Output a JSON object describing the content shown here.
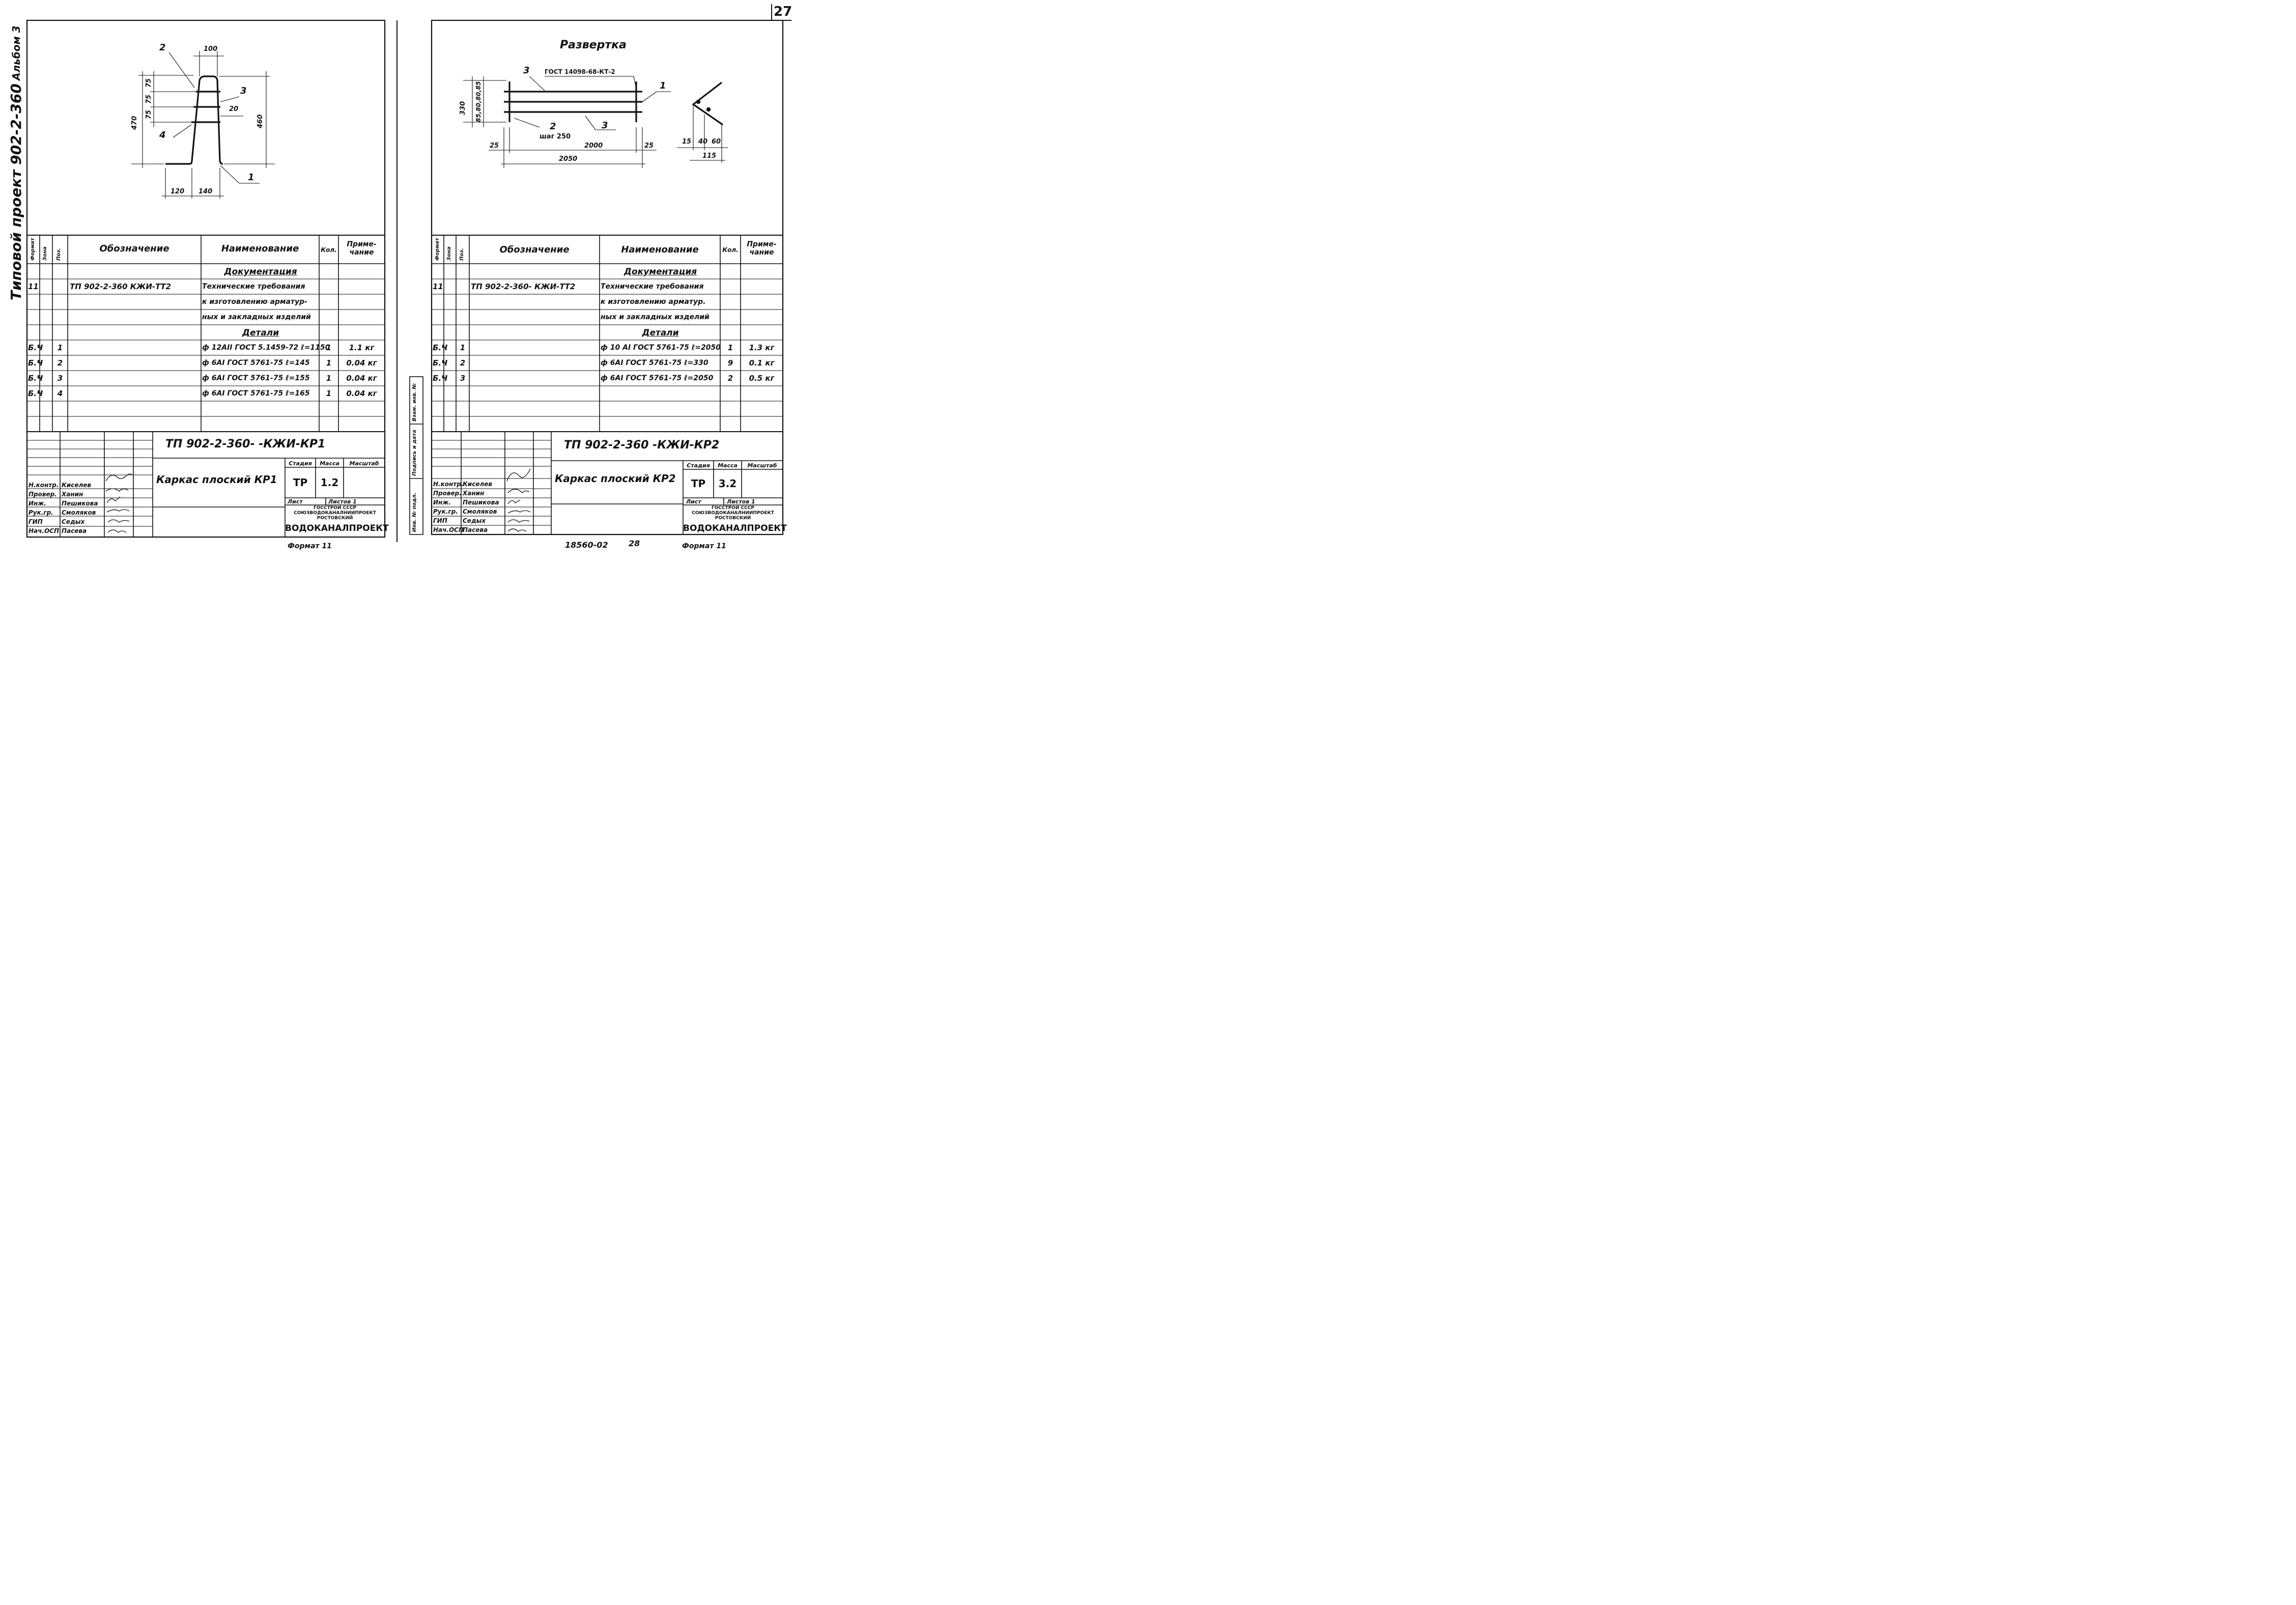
{
  "page_number": "27",
  "margin_notes": {
    "album": "Альбом 3",
    "project": "Типовой проект 902-2-360",
    "bottom_number": "18560-02",
    "bottom_sheet": "28"
  },
  "side_stamp": [
    "Взам. инв. №",
    "Подпись и дата",
    "Инв. № подл."
  ],
  "left_sheet": {
    "drawing": {
      "positions": [
        "2",
        "3",
        "4",
        "1"
      ],
      "dims": [
        "100",
        "75",
        "75",
        "75",
        "470",
        "460",
        "20",
        "120",
        "140"
      ]
    },
    "table_header": {
      "format": "Формат",
      "zone": "Зона",
      "pos": "Поз.",
      "designation": "Обозначение",
      "name": "Наименование",
      "qty": "Кол.",
      "note": "Приме-\nчание"
    },
    "rows": [
      {
        "format": "",
        "zone": "",
        "pos": "",
        "designation": "",
        "name": "Документация",
        "qty": "",
        "note": "",
        "section": true
      },
      {
        "format": "11",
        "zone": "",
        "pos": "",
        "designation": "ТП 902-2-360    КЖИ-ТТ2",
        "name": "Технические требования",
        "qty": "",
        "note": ""
      },
      {
        "format": "",
        "zone": "",
        "pos": "",
        "designation": "",
        "name": "к изготовлению арматур-",
        "qty": "",
        "note": ""
      },
      {
        "format": "",
        "zone": "",
        "pos": "",
        "designation": "",
        "name": "ных и закладных изделий",
        "qty": "",
        "note": ""
      },
      {
        "format": "",
        "zone": "",
        "pos": "",
        "designation": "",
        "name": "Детали",
        "qty": "",
        "note": "",
        "section": true
      },
      {
        "format": "Б.Ч",
        "zone": "",
        "pos": "1",
        "designation": "",
        "name": "ф 12АII ГОСТ 5.1459-72 ℓ=1150",
        "qty": "1",
        "note": "1.1 кг"
      },
      {
        "format": "Б.Ч",
        "zone": "",
        "pos": "2",
        "designation": "",
        "name": "ф 6AI ГОСТ 5761-75 ℓ=145",
        "qty": "1",
        "note": "0.04 кг"
      },
      {
        "format": "Б.Ч",
        "zone": "",
        "pos": "3",
        "designation": "",
        "name": "ф 6AI ГОСТ 5761-75 ℓ=155",
        "qty": "1",
        "note": "0.04 кг"
      },
      {
        "format": "Б.Ч",
        "zone": "",
        "pos": "4",
        "designation": "",
        "name": "ф 6AI ГОСТ 5761-75 ℓ=165",
        "qty": "1",
        "note": "0.04 кг"
      }
    ],
    "title_block": {
      "code": "ТП 902-2-360-    -КЖИ-КР1",
      "title": "Каркас плоский КР1",
      "stage_label": "Стадия",
      "mass_label": "Масса",
      "scale_label": "Масштаб",
      "stage": "ТР",
      "mass": "1.2",
      "scale": "",
      "sheet_label": "Лист",
      "sheets_label": "Листов 1",
      "org_lines": [
        "ГОССТРОЙ СССР",
        "СОЮЗВОДОКАНАЛНИИПРОЕКТ",
        "РОСТОВСКИЙ"
      ],
      "org_main": "ВОДОКАНАЛПРОЕКТ",
      "staff": [
        {
          "role": "Н.контр.",
          "name": "Киселев"
        },
        {
          "role": "Провер.",
          "name": "Ханин"
        },
        {
          "role": "Инж.",
          "name": "Пешикова"
        },
        {
          "role": "Рук.гр.",
          "name": "Смоляков"
        },
        {
          "role": "ГИП",
          "name": "Седых"
        },
        {
          "role": "Нач.ОСП",
          "name": "Пасева"
        }
      ]
    },
    "format_label": "Формат 11"
  },
  "right_sheet": {
    "drawing": {
      "heading": "Развертка",
      "gost_label": "ГОСТ 14098-68-КТ-2",
      "step_label": "шаг 250",
      "positions": [
        "3",
        "1",
        "2",
        "3"
      ],
      "dims": [
        "330",
        "85,80,80,85",
        "25",
        "2000",
        "25",
        "2050",
        "15",
        "40",
        "60",
        "115"
      ]
    },
    "table_header": {
      "format": "Формат",
      "zone": "Зона",
      "pos": "Поз.",
      "designation": "Обозначение",
      "name": "Наименование",
      "qty": "Кол.",
      "note": "Приме-\nчание"
    },
    "rows": [
      {
        "format": "",
        "zone": "",
        "pos": "",
        "designation": "",
        "name": "Документация",
        "qty": "",
        "note": "",
        "section": true
      },
      {
        "format": "11",
        "zone": "",
        "pos": "",
        "designation": "ТП 902-2-360-  КЖИ-ТТ2",
        "name": "Технические требования",
        "qty": "",
        "note": ""
      },
      {
        "format": "",
        "zone": "",
        "pos": "",
        "designation": "",
        "name": "к изготовлению арматур.",
        "qty": "",
        "note": ""
      },
      {
        "format": "",
        "zone": "",
        "pos": "",
        "designation": "",
        "name": "ных и закладных изделий",
        "qty": "",
        "note": ""
      },
      {
        "format": "",
        "zone": "",
        "pos": "",
        "designation": "",
        "name": "Детали",
        "qty": "",
        "note": "",
        "section": true
      },
      {
        "format": "Б.Ч",
        "zone": "",
        "pos": "1",
        "designation": "",
        "name": "ф 10 AI ГОСТ 5761-75 ℓ=2050",
        "qty": "1",
        "note": "1.3 кг"
      },
      {
        "format": "Б.Ч",
        "zone": "",
        "pos": "2",
        "designation": "",
        "name": "ф 6AI ГОСТ 5761-75 ℓ=330",
        "qty": "9",
        "note": "0.1 кг"
      },
      {
        "format": "Б.Ч",
        "zone": "",
        "pos": "3",
        "designation": "",
        "name": "ф 6AI ГОСТ 5761-75 ℓ=2050",
        "qty": "2",
        "note": "0.5 кг"
      }
    ],
    "title_block": {
      "code": "ТП 902-2-360    -КЖИ-КР2",
      "title": "Каркас плоский КР2",
      "stage_label": "Стадия",
      "mass_label": "Масса",
      "scale_label": "Масштаб",
      "stage": "ТР",
      "mass": "3.2",
      "scale": "",
      "sheet_label": "Лист",
      "sheets_label": "Листов 1",
      "org_lines": [
        "ГОССТРОЙ СССР",
        "СОЮЗВОДОКАНАЛНИИПРОЕКТ",
        "РОСТОВСКИЙ"
      ],
      "org_main": "ВОДОКАНАЛПРОЕКТ",
      "staff": [
        {
          "role": "Н.контр.",
          "name": "Киселев"
        },
        {
          "role": "Провер.",
          "name": "Ханин"
        },
        {
          "role": "Инж.",
          "name": "Пешикова"
        },
        {
          "role": "Рук.гр.",
          "name": "Смоляков"
        },
        {
          "role": "ГИП",
          "name": "Седых"
        },
        {
          "role": "Нач.ОСП",
          "name": "Пасева"
        }
      ]
    },
    "format_label": "Формат 11"
  }
}
